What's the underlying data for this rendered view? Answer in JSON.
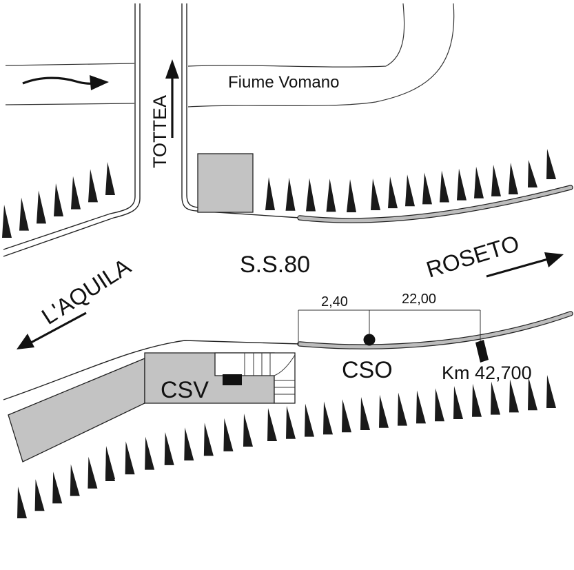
{
  "labels": {
    "river": "Fiume Vomano",
    "tottea": "TOTTEA",
    "road": "S.S.80",
    "roseto": "ROSETO",
    "laquila": "L'AQUILA",
    "cso": "CSO",
    "csv": "CSV",
    "km": "Km 42,700",
    "dim1": "2,40",
    "dim2": "22,00"
  },
  "colors": {
    "building": "#c3c3c3",
    "ink": "#111111"
  },
  "icons": [
    "arrow-right-icon",
    "arrow-up-icon",
    "arrow-left-icon",
    "slope-hatch-icon",
    "sensor-dot-icon"
  ]
}
